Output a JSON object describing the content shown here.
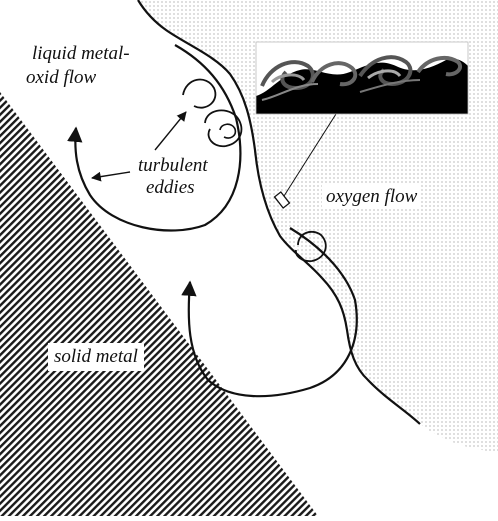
{
  "labels": {
    "liquid_line1": "liquid  metal-",
    "liquid_line2": "oxid flow",
    "turbulent": "turbulent",
    "eddies": "eddies",
    "oxygen_flow": "oxygen flow",
    "solid_metal": "solid metal"
  },
  "colors": {
    "ink": "#111111",
    "dots": "#9a9a9a",
    "background": "#ffffff",
    "inset_dark": "#000000"
  }
}
